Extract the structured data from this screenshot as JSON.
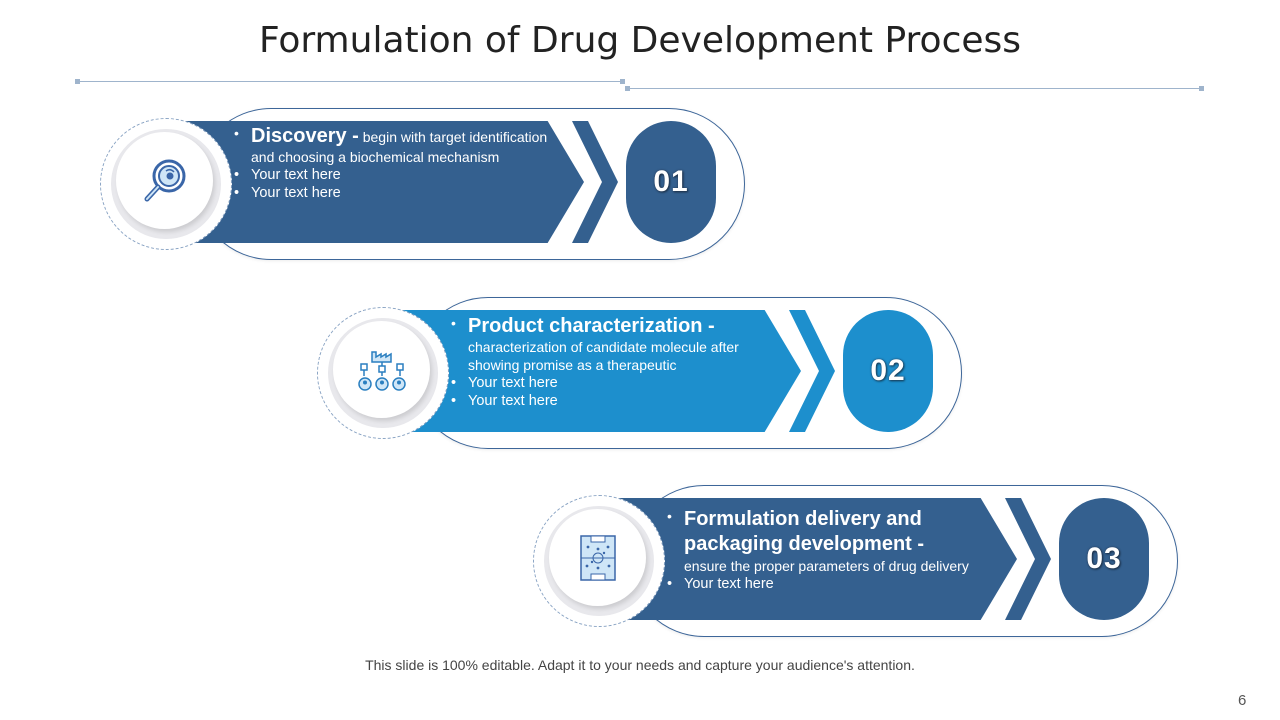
{
  "title": "Formulation of Drug Development Process",
  "steps": [
    {
      "number": "01",
      "color": "#34608f",
      "icon": "magnifier-icon",
      "heading": "Discovery -",
      "heading_text": " begin with target identification and choosing a biochemical mechanism",
      "bullets": [
        "Your text here",
        "Your text here"
      ]
    },
    {
      "number": "02",
      "color": "#1d8fcd",
      "icon": "factory-network-icon",
      "heading": "Product characterization -",
      "heading_text": "characterization of candidate molecule after showing promise as a therapeutic",
      "bullets": [
        "Your text here",
        "Your text here"
      ]
    },
    {
      "number": "03",
      "color": "#34608f",
      "icon": "packaging-board-icon",
      "heading": "Formulation delivery and packaging development -",
      "heading_text": "ensure the proper parameters of drug delivery",
      "bullets": [
        "Your text here"
      ]
    }
  ],
  "footer": "This slide is 100% editable. Adapt it to your needs and capture your audience's attention.",
  "page_number": "6"
}
